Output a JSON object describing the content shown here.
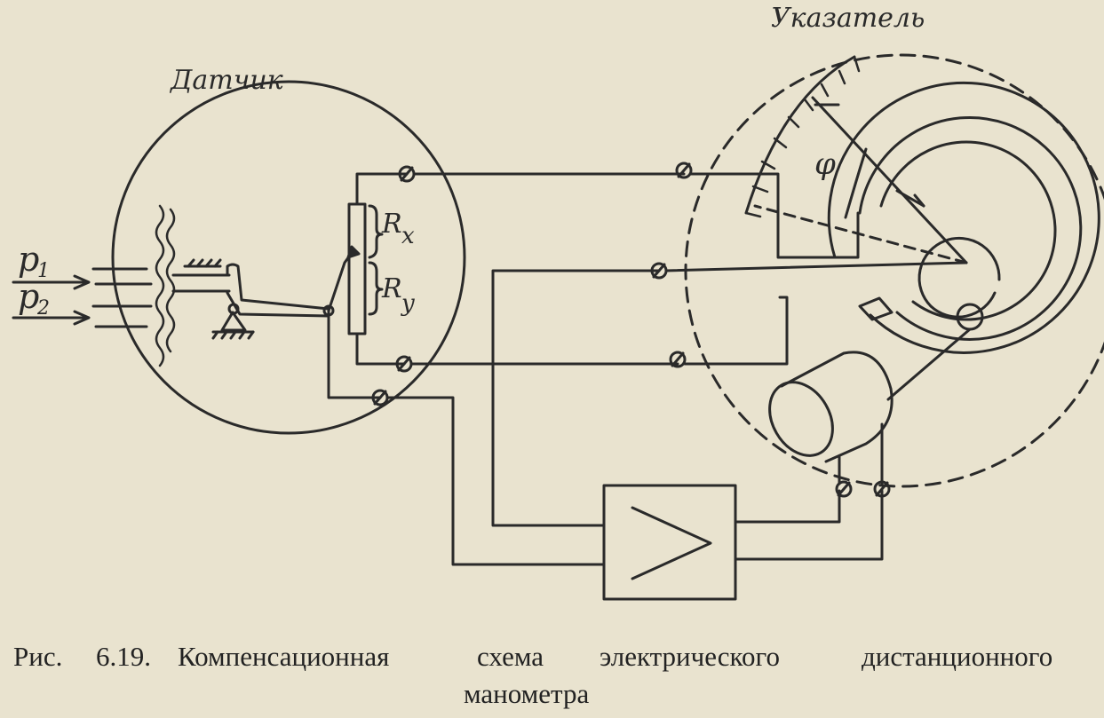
{
  "labels": {
    "sensor": "Датчик",
    "indicator": "Указатель",
    "p1": "p",
    "p1_sub": "1",
    "p2": "p",
    "p2_sub": "2",
    "rx": "R",
    "rx_sub": "x",
    "ry": "R",
    "ry_sub": "y",
    "phi": "φ"
  },
  "caption": {
    "prefix": "Рис.",
    "number": "6.19.",
    "word1": "Компенсационная",
    "word2": "схема",
    "word3": "электрического",
    "word4": "дистанционного",
    "line2": "манометра"
  },
  "colors": {
    "paper": "#e9e3cf",
    "ink": "#2a2a2a"
  }
}
